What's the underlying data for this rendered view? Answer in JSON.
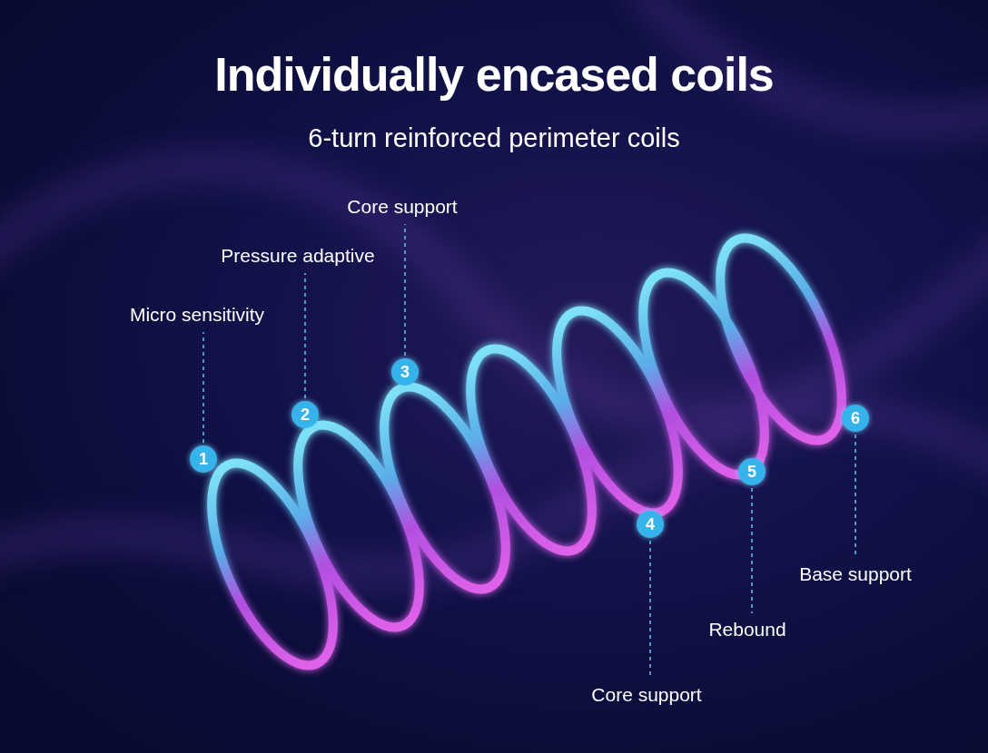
{
  "diagram": {
    "title": "Individually encased coils",
    "nodes": [
      {
        "text": [
          "1"
        ]
      },
      {
        "text": [
          "2"
        ]
      },
      {
        "text": [
          "3"
        ]
      },
      {
        "text": [
          "4"
        ]
      },
      {
        "text": [
          "5"
        ]
      },
      {
        "text": [
          "6"
        ]
      }
    ],
    "labels": [
      "6-turn reinforced perimeter coils",
      "Micro sensitivity",
      "Pressure adaptive",
      "Core support",
      "Core support",
      "Rebound",
      "Base support"
    ]
  }
}
